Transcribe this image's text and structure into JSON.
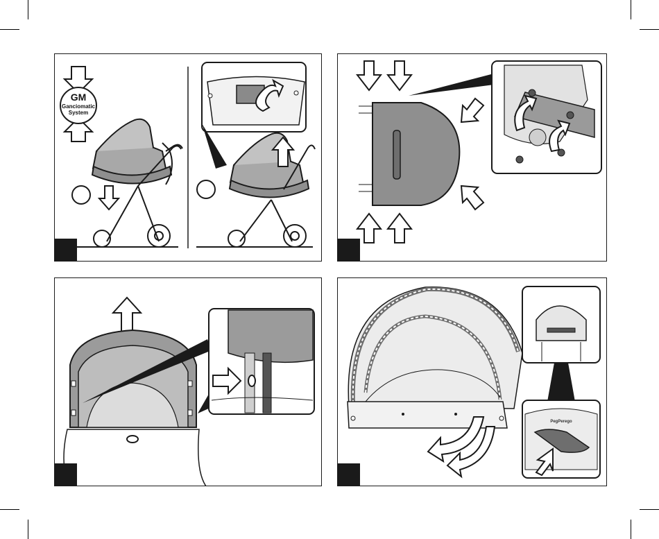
{
  "gm_badge": {
    "title": "GM",
    "line1": "Ganciomatic",
    "line2": "System"
  },
  "brand_label": "PegPerego",
  "colors": {
    "line": "#1a1a1a",
    "fabric_gray": "#9a9a9a",
    "fabric_light": "#d9d9d9",
    "highlight_gray": "#8c8c8c",
    "step_box": "#1a1a1a"
  },
  "icons": [
    "arrow-down-icon",
    "arrow-up-icon",
    "arrow-right-icon",
    "rotate-arrow-icon"
  ]
}
